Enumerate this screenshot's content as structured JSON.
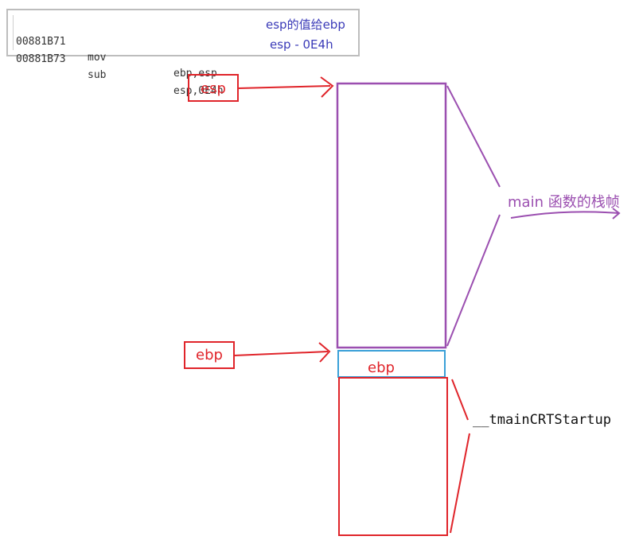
{
  "code": {
    "lines": [
      {
        "address": "00881B71",
        "opcode": "mov",
        "operands": "ebp,esp"
      },
      {
        "address": "00881B73",
        "opcode": "sub",
        "operands": "esp,0E4h"
      }
    ],
    "notes": [
      "esp的值给ebp",
      "esp - 0E4h"
    ]
  },
  "diagram": {
    "esp_label": "esp",
    "ebp_label": "ebp",
    "ebp_slot_label": "ebp",
    "main_frame_label": "main 函数的栈帧",
    "caller_frame_label": "__tmainCRTStartup"
  },
  "colors": {
    "red": "#e0242a",
    "purple": "#9b4fb0",
    "blue": "#3aa0d8",
    "note_blue": "#3b3bb8",
    "code_border": "#bdbdbd"
  }
}
